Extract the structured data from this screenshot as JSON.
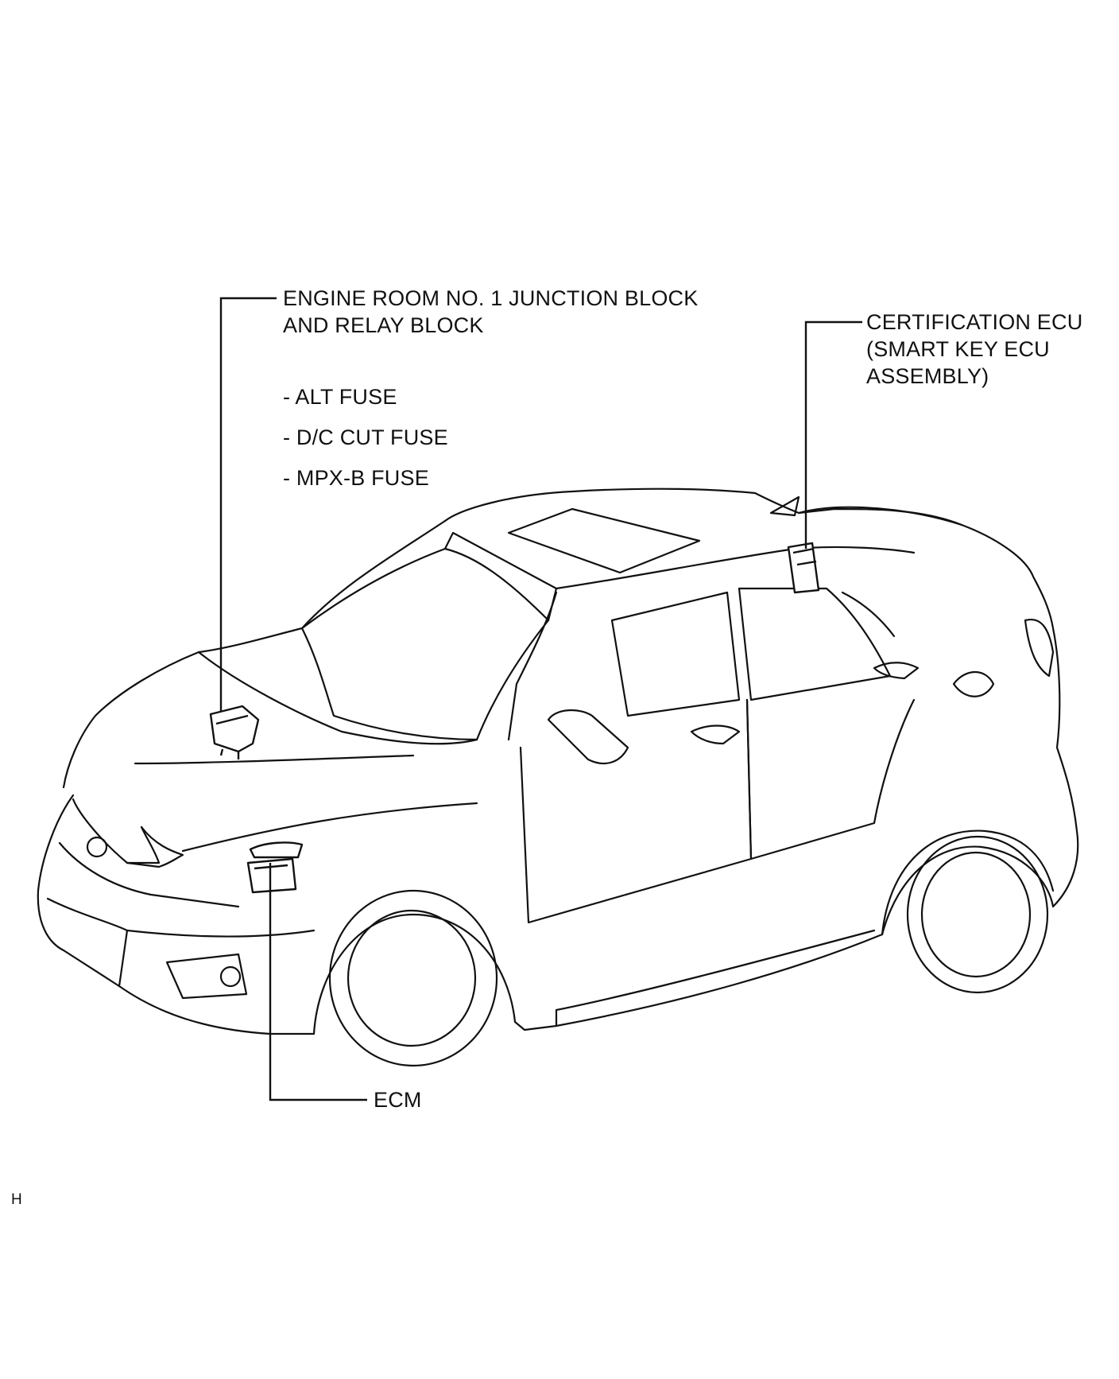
{
  "labels": {
    "junction_block_line1": "ENGINE ROOM NO. 1 JUNCTION BLOCK",
    "junction_block_line2": "AND RELAY BLOCK",
    "fuse_alt": "- ALT FUSE",
    "fuse_dc_cut": "- D/C CUT FUSE",
    "fuse_mpx_b": "- MPX-B FUSE",
    "cert_ecu_line1": "CERTIFICATION ECU",
    "cert_ecu_line2": "(SMART KEY ECU",
    "cert_ecu_line3": "ASSEMBLY)",
    "ecm": "ECM",
    "corner_mark": "H"
  },
  "colors": {
    "line": "#111111",
    "background": "#ffffff"
  }
}
